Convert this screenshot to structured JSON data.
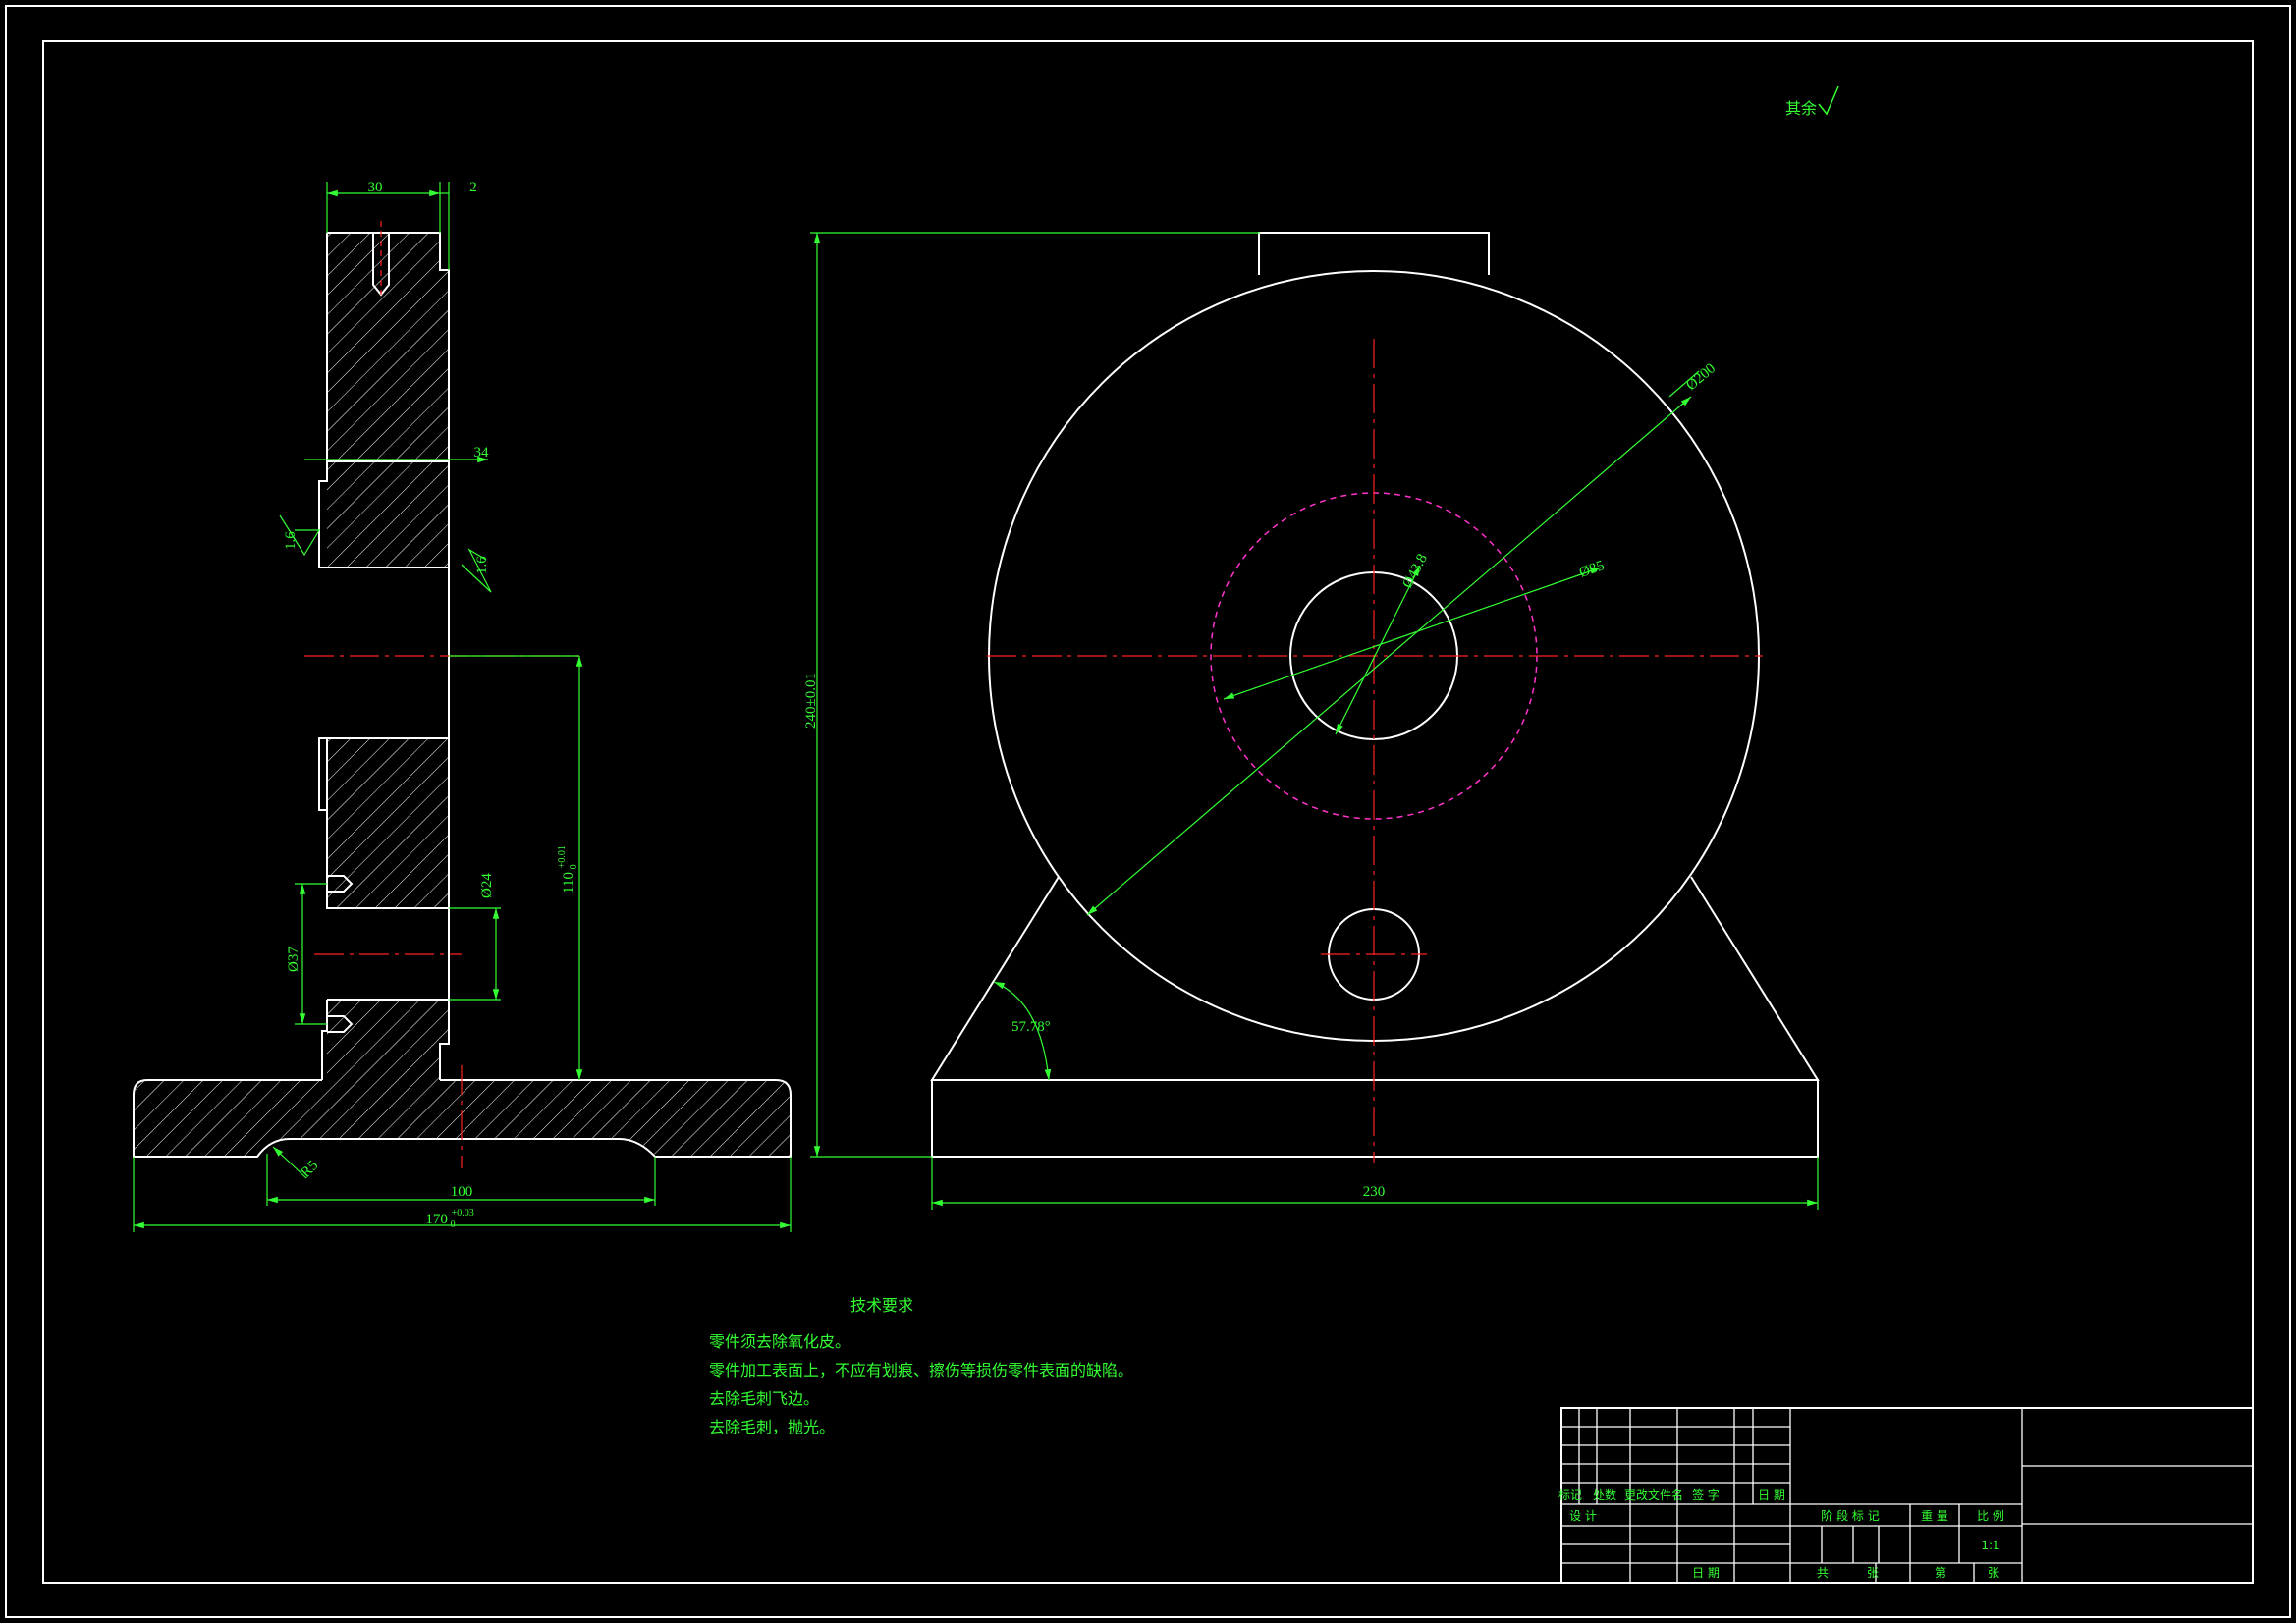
{
  "colors": {
    "background": "#000000",
    "outline": "#ffffff",
    "dimension": "#33ff33",
    "centerline": "#ff2020",
    "pitch_circle": "#ff33cc"
  },
  "surface_roughness": {
    "label": "其余"
  },
  "side_view": {
    "dims": {
      "top_width": "30",
      "top_gap": "2",
      "step_depth": "34",
      "roughness_left": "1.6",
      "roughness_right": "1.6",
      "height": "110",
      "height_tol_upper": "+0.01",
      "height_tol_lower": "0",
      "bore_small": "Ø24",
      "bore_large": "Ø37",
      "fillet": "R5",
      "base_inner": "100",
      "base_width": "170",
      "base_tol_upper": "+0.03",
      "base_tol_lower": "0"
    }
  },
  "front_view": {
    "dims": {
      "outer_diameter": "Ø200",
      "bore_diameter": "Ø43.8",
      "pitch_diameter": "Ø85",
      "total_height": "240±0.01",
      "base_width": "230",
      "angle": "57.78°"
    }
  },
  "notes": {
    "title": "技术要求",
    "items": [
      "零件须去除氧化皮。",
      "零件加工表面上，不应有划痕、擦伤等损伤零件表面的缺陷。",
      "去除毛刺飞边。",
      "去除毛刺，抛光。"
    ]
  },
  "title_block": {
    "row_labels": [
      "标记",
      "处数",
      "更改文件名",
      "签 字",
      "日 期"
    ],
    "design": "设 计",
    "date": "日 期",
    "stage_mark": "阶 段 标 记",
    "weight": "重 量",
    "scale_label": "比 例",
    "scale_value": "1:1",
    "total": "共",
    "sheets": "张",
    "sheet_no": "第",
    "sheet_unit": "张"
  }
}
